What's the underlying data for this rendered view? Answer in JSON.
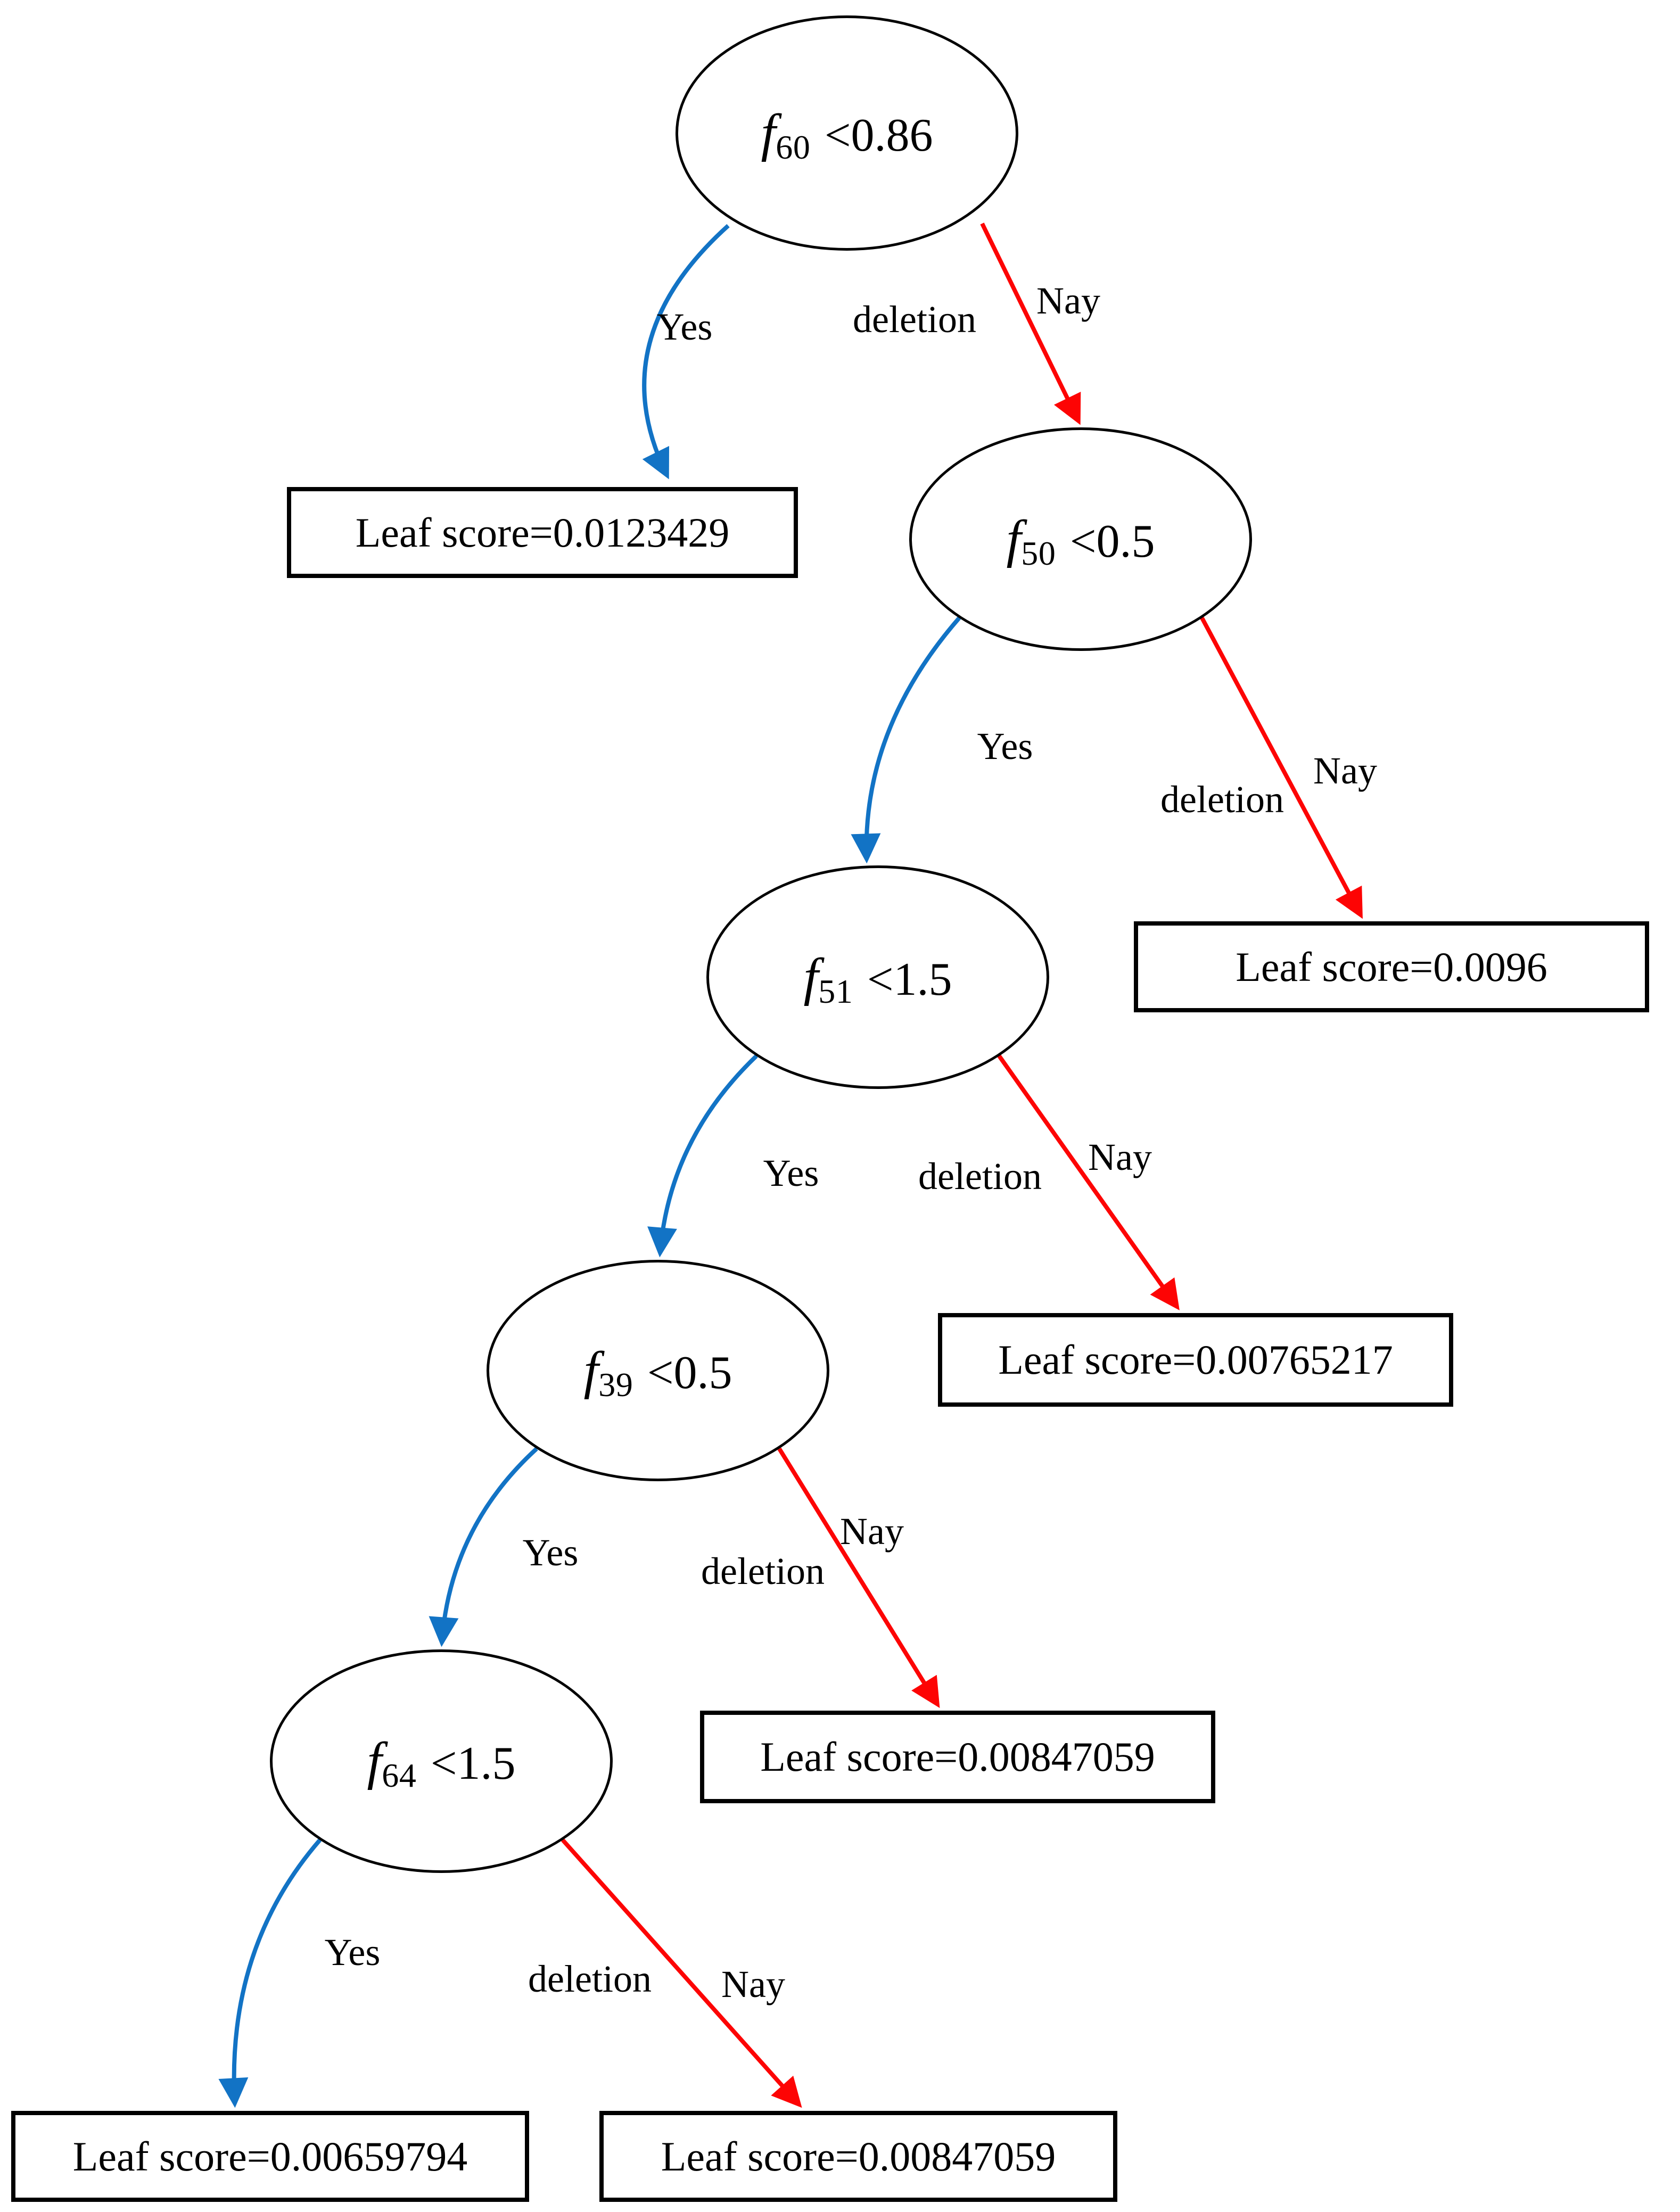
{
  "diagram": {
    "type": "decision-tree",
    "nodes": [
      {
        "feature": "f",
        "sub": "60",
        "cond": "<0.86"
      },
      {
        "feature": "f",
        "sub": "50",
        "cond": "<0.5"
      },
      {
        "feature": "f",
        "sub": "51",
        "cond": "<1.5"
      },
      {
        "feature": "f",
        "sub": "39",
        "cond": "<0.5"
      },
      {
        "feature": "f",
        "sub": "64",
        "cond": "<1.5"
      }
    ],
    "leaves": [
      {
        "label": "Leaf score=0.0123429"
      },
      {
        "label": "Leaf score=0.0096"
      },
      {
        "label": "Leaf score=0.00765217"
      },
      {
        "label": "Leaf score=0.00847059"
      },
      {
        "label": "Leaf score=0.00659794"
      },
      {
        "label": "Leaf score=0.00847059"
      }
    ],
    "edge_labels": {
      "yes": "Yes",
      "nay": "Nay",
      "deletion": "deletion"
    },
    "colors": {
      "yes_edge": "#1273c5",
      "nay_edge": "#fd0404",
      "outline": "#000000",
      "background": "#ffffff"
    }
  }
}
